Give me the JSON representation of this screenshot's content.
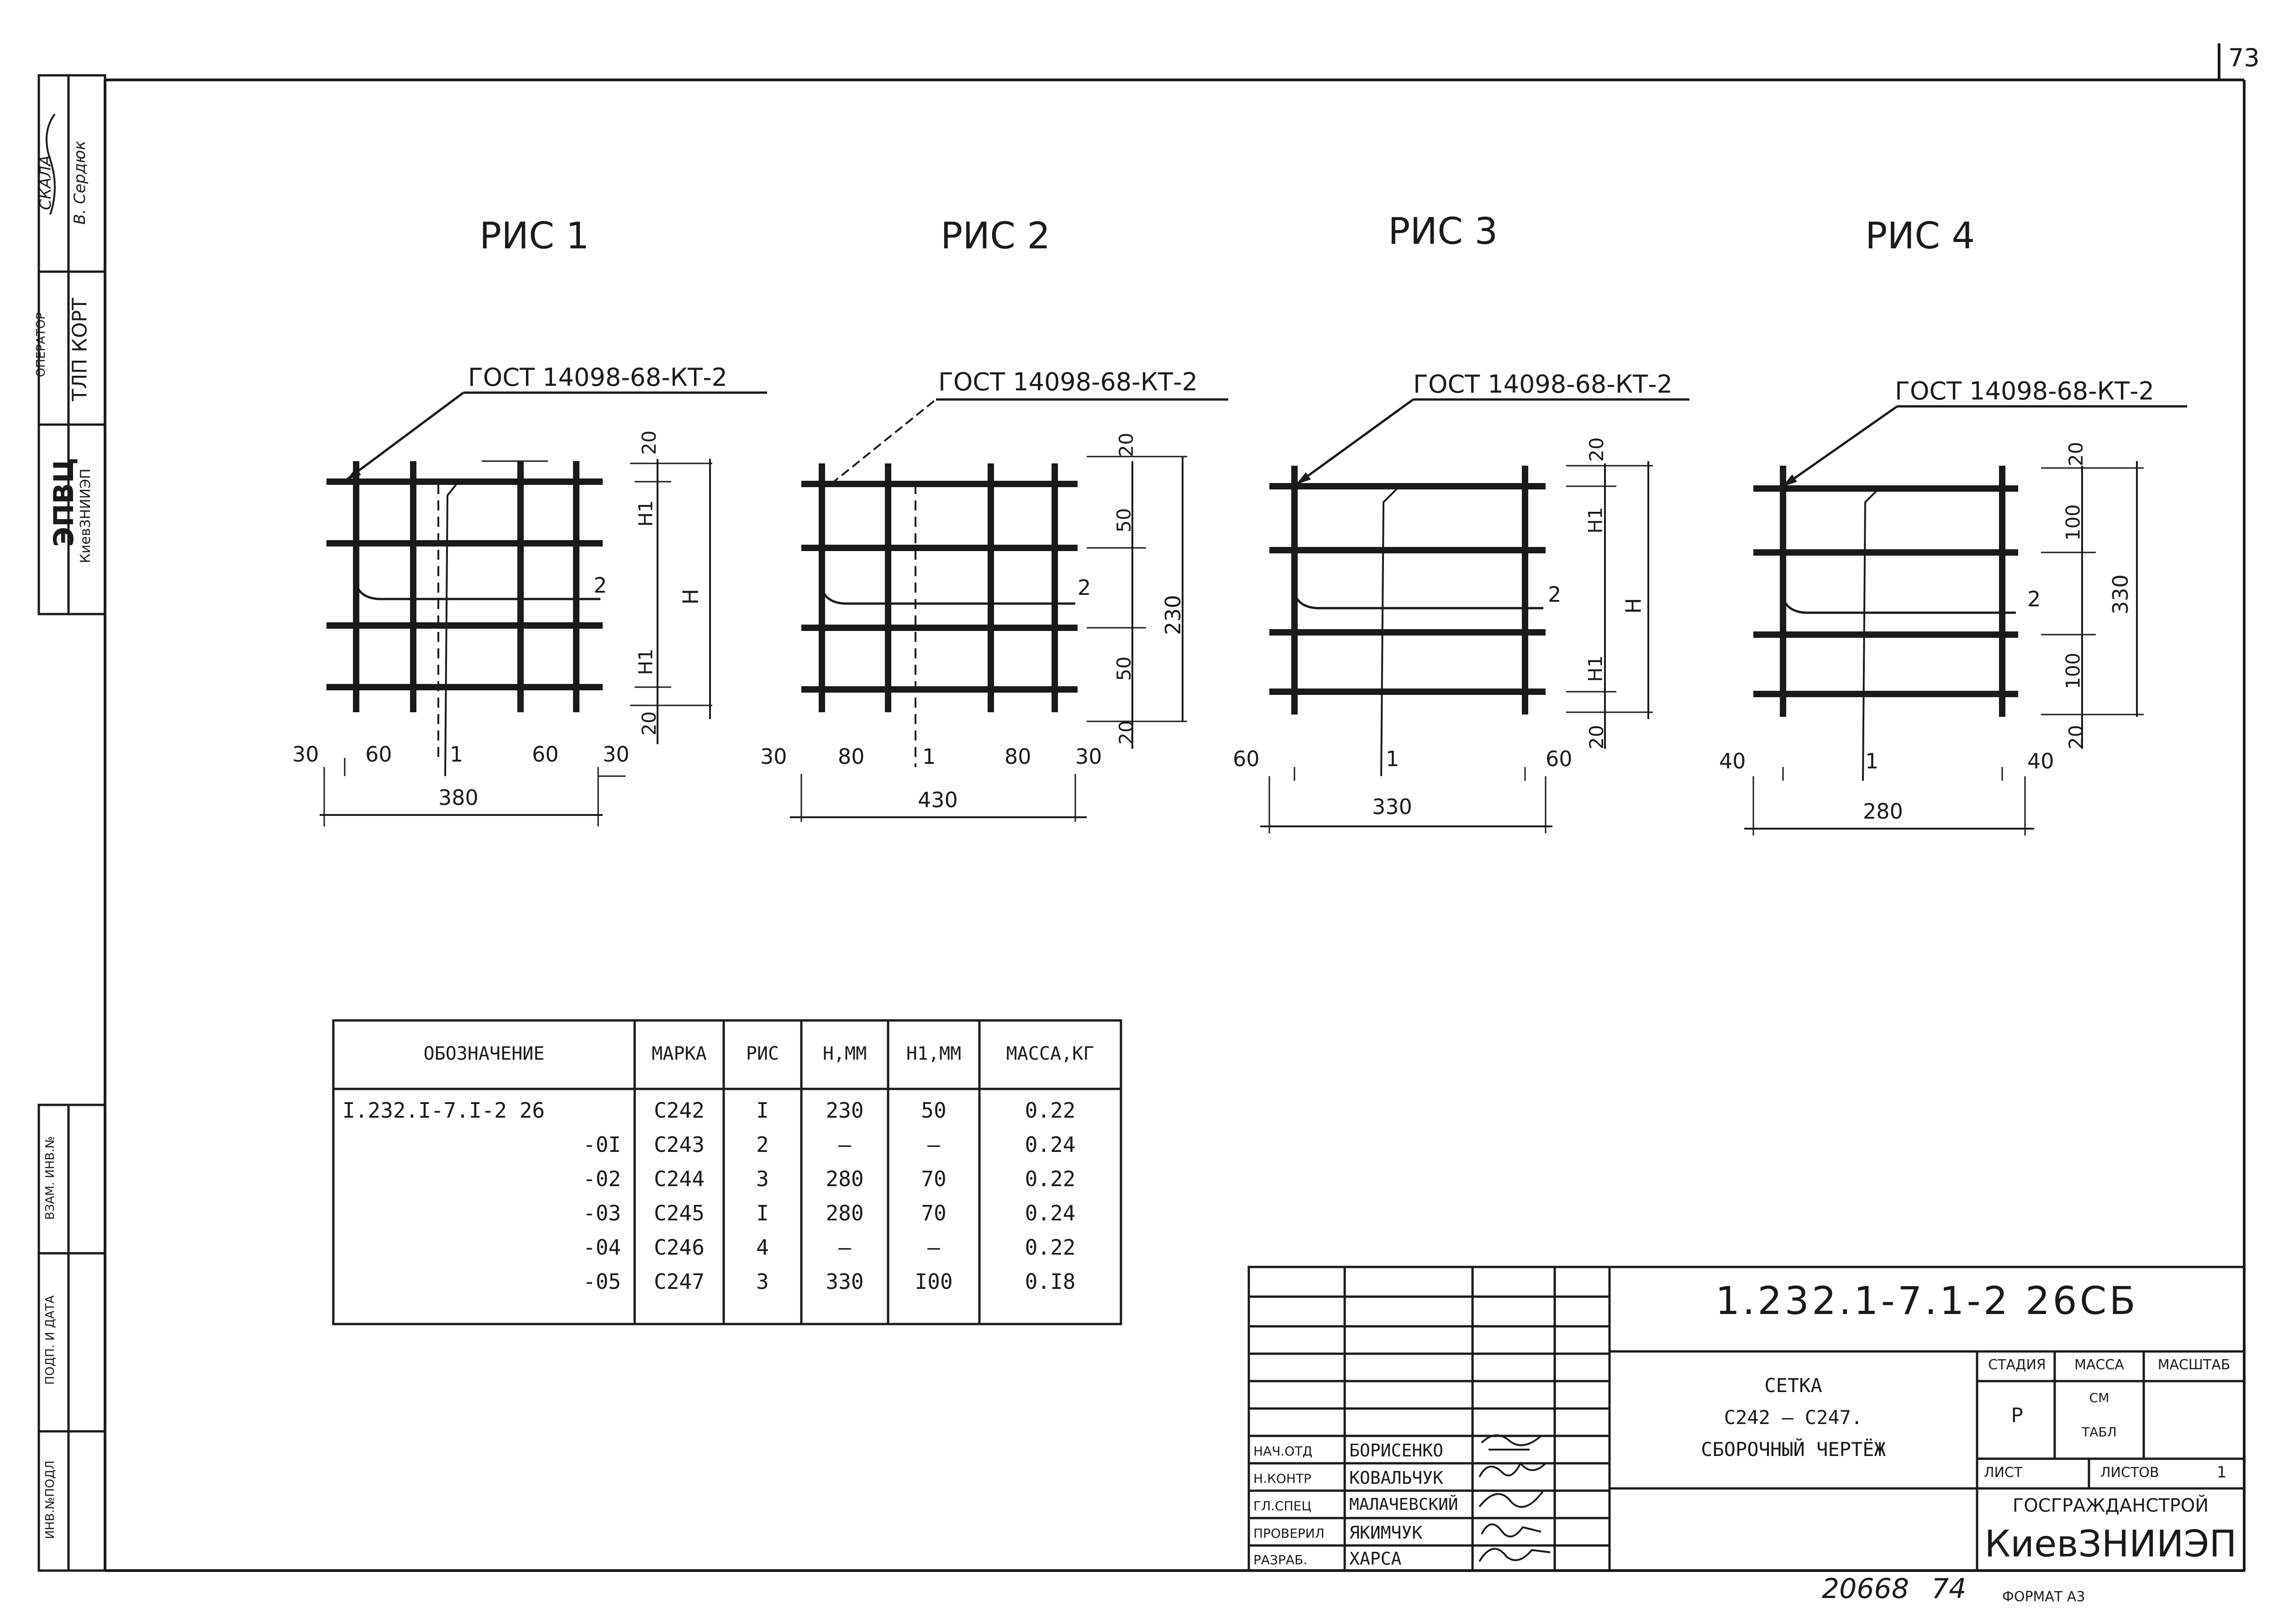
{
  "page": {
    "page_number": "73",
    "drawing_code": "1.232.1-7.1-2 26СБ",
    "archive_number": "20668",
    "archive_suffix": "74",
    "format_label": "ФОРМАТ А3"
  },
  "side_stamp": {
    "org": "ЭПВЦ",
    "org_sub": "КиевЗНИИЭП",
    "operator_label": "ОПЕРАТОР",
    "operator_value": "ТЛП КОРТ",
    "scan_label": "СКАЛА",
    "scan_sig": "В. Сердюк",
    "fields": [
      "ВЗАМ. ИНВ.№",
      "ПОДП. И ДАТА",
      "ИНВ.№ПОДЛ"
    ]
  },
  "figures": [
    {
      "title": "РИС 1",
      "gost": "ГОСТ 14098-68-КТ-2",
      "right_dims": [
        "20",
        "Н1",
        "Н1",
        "20"
      ],
      "overall_dim": "Н",
      "bottom_dims": [
        "30",
        "60",
        "1",
        "60",
        "30"
      ],
      "total_width": "380",
      "bar_mark": "2"
    },
    {
      "title": "РИС 2",
      "gost": "ГОСТ 14098-68-КТ-2",
      "right_dims": [
        "20",
        "50",
        "50",
        "20"
      ],
      "overall_dim": "230",
      "bottom_dims": [
        "30",
        "80",
        "1",
        "80",
        "30"
      ],
      "total_width": "430",
      "bar_mark": "2"
    },
    {
      "title": "РИС 3",
      "gost": "ГОСТ 14098-68-КТ-2",
      "right_dims": [
        "20",
        "Н1",
        "Н1",
        "20"
      ],
      "overall_dim": "Н",
      "bottom_dims": [
        "60",
        "1",
        "60"
      ],
      "total_width": "330",
      "bar_mark": "2"
    },
    {
      "title": "РИС 4",
      "gost": "ГОСТ 14098-68-КТ-2",
      "right_dims": [
        "20",
        "100",
        "100",
        "20"
      ],
      "overall_dim": "330",
      "bottom_dims": [
        "40",
        "1",
        "40"
      ],
      "total_width": "280",
      "bar_mark": "2"
    }
  ],
  "spec_table": {
    "headers": [
      "ОБОЗНАЧЕНИЕ",
      "МАРКА",
      "РИС",
      "Н,ММ",
      "Н1,ММ",
      "МАССА,КГ"
    ],
    "rows": [
      [
        "I.232.I-7.I-2 26",
        "С242",
        "I",
        "230",
        "50",
        "0.22"
      ],
      [
        "-0I",
        "С243",
        "2",
        "–",
        "–",
        "0.24"
      ],
      [
        "-02",
        "С244",
        "3",
        "280",
        "70",
        "0.22"
      ],
      [
        "-03",
        "С245",
        "I",
        "280",
        "70",
        "0.24"
      ],
      [
        "-04",
        "С246",
        "4",
        "–",
        "–",
        "0.22"
      ],
      [
        "-05",
        "С247",
        "3",
        "330",
        "I00",
        "0.I8"
      ]
    ]
  },
  "title_block": {
    "code": "1.232.1-7.1-2 26СБ",
    "name_lines": [
      "СЕТКА",
      "С242 – С247.",
      "СБОРОЧНЫЙ ЧЕРТЁЖ"
    ],
    "stage_label": "СТАДИЯ",
    "mass_label": "МАССА",
    "scale_label": "МАСШТАБ",
    "stage_value": "Р",
    "mass_value_1": "СМ",
    "mass_value_2": "ТАБЛ",
    "sheet_label": "ЛИСТ",
    "sheets_label": "ЛИСТОВ",
    "sheets_value": "1",
    "org_top": "ГОСГРАЖДАНСТРОЙ",
    "org_bottom": "КиевЗНИИЭП",
    "signers": [
      {
        "role": "НАЧ.ОТД",
        "name": "БОРИСЕНКО"
      },
      {
        "role": "Н.КОНТР",
        "name": "КОВАЛЬЧУК"
      },
      {
        "role": "ГЛ.СПЕЦ",
        "name": "МАЛАЧЕВСКИЙ"
      },
      {
        "role": "ПРОВЕРИЛ",
        "name": "ЯКИМЧУК"
      },
      {
        "role": "РАЗРАБ.",
        "name": "ХАРСА"
      }
    ]
  }
}
